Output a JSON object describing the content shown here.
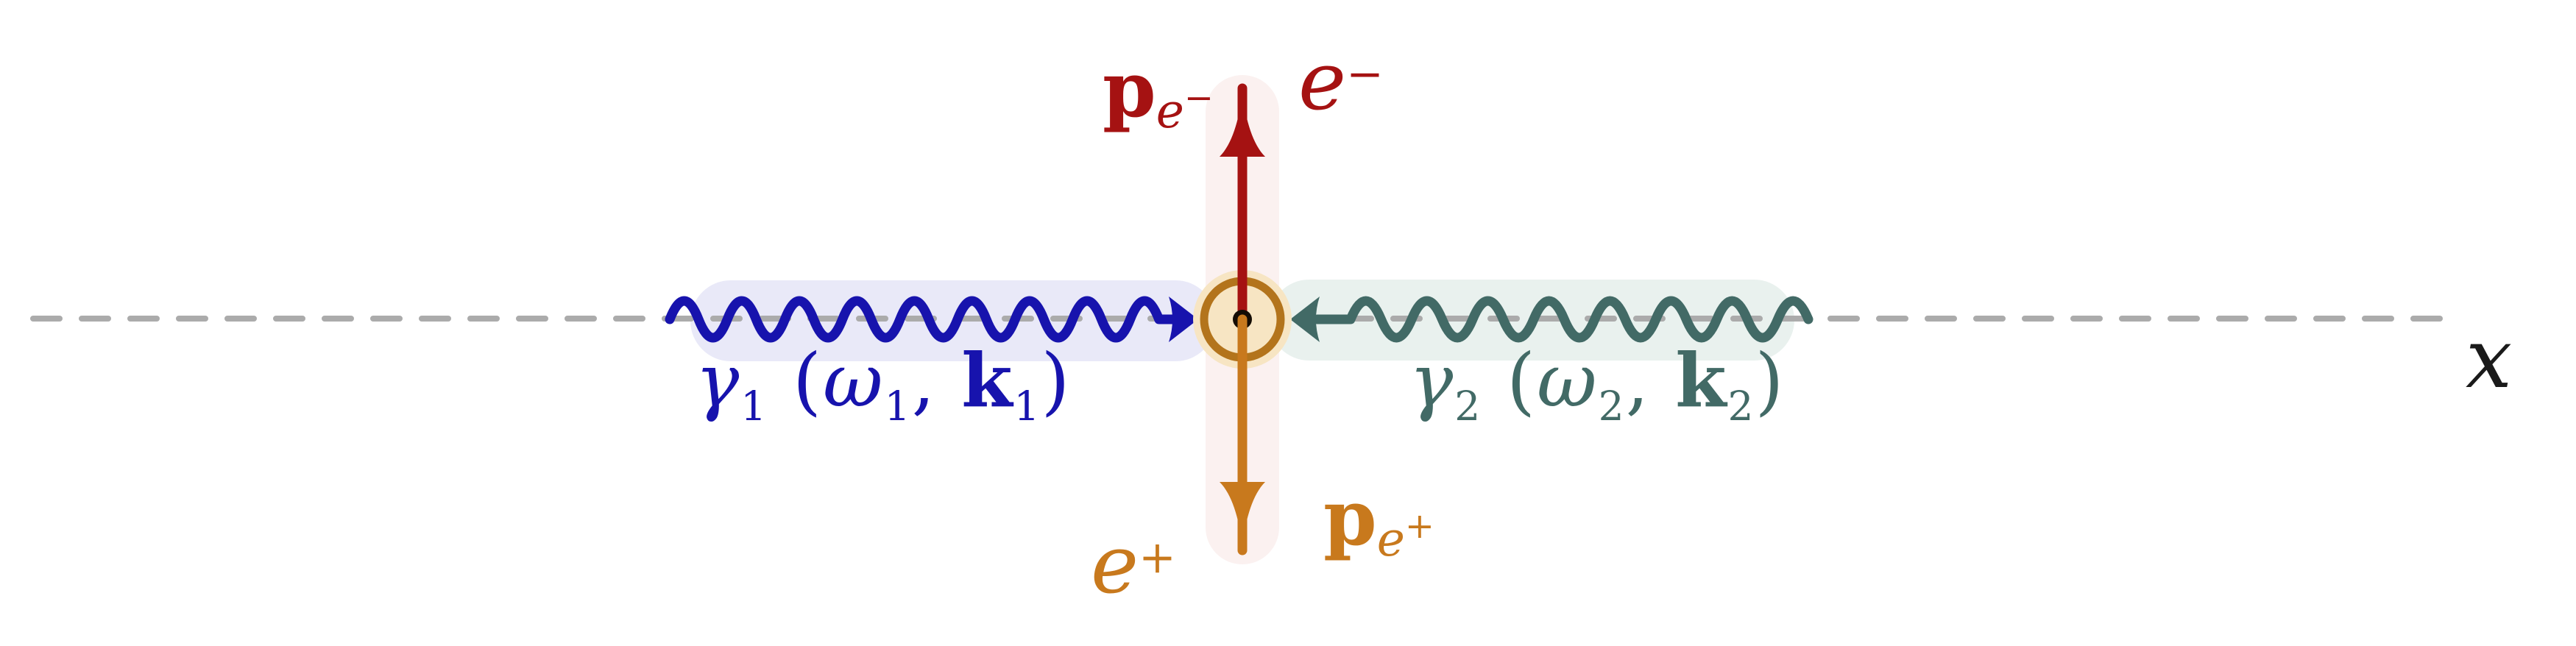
{
  "figure": {
    "type": "physics-diagram",
    "description": "Two counter-propagating photons collide head-on on the x axis and produce an electron-positron pair emitted transversely"
  },
  "colors": {
    "background": "#ffffff",
    "axis_dash": "#ababab",
    "axis_label": "#1a1a1a",
    "photon1": "#1713ad",
    "photon1_band": "#e9e9f8",
    "photon2": "#426a66",
    "photon2_band": "#e9f1ee",
    "electron": "#a51212",
    "positron": "#c8791d",
    "pair_band": "#fbf1f0",
    "vertex_glow": "#f7e5c3",
    "vertex_ring": "#b3741c",
    "vertex_dot": "#140c04"
  },
  "labels": {
    "photon1": {
      "text": "γ1 (ω1, k1)",
      "parts": [
        {
          "text": "γ",
          "style": "it"
        },
        {
          "text": "1",
          "style": "sub"
        },
        {
          "text": " (",
          "style": "up"
        },
        {
          "text": "ω",
          "style": "it"
        },
        {
          "text": "1",
          "style": "sub"
        },
        {
          "text": ", ",
          "style": "up"
        },
        {
          "text": "k",
          "style": "bold"
        },
        {
          "text": "1",
          "style": "sub"
        },
        {
          "text": ")",
          "style": "up"
        }
      ]
    },
    "photon2": {
      "text": "γ2 (ω2, k2)",
      "parts": [
        {
          "text": "γ",
          "style": "it"
        },
        {
          "text": "2",
          "style": "sub"
        },
        {
          "text": " (",
          "style": "up"
        },
        {
          "text": "ω",
          "style": "it"
        },
        {
          "text": "2",
          "style": "sub"
        },
        {
          "text": ", ",
          "style": "up"
        },
        {
          "text": "k",
          "style": "bold"
        },
        {
          "text": "2",
          "style": "sub"
        },
        {
          "text": ")",
          "style": "up"
        }
      ]
    },
    "electron": {
      "text": "e−",
      "parts": [
        {
          "text": "e",
          "style": "it"
        },
        {
          "text": "−",
          "style": "sup"
        }
      ]
    },
    "positron": {
      "text": "e+",
      "parts": [
        {
          "text": "e",
          "style": "it"
        },
        {
          "text": "+",
          "style": "sup"
        }
      ]
    },
    "electron_momentum": {
      "text": "pe−",
      "parts": [
        {
          "text": "p",
          "style": "bold"
        },
        {
          "text": "e",
          "style": "sube"
        },
        {
          "text": "−",
          "style": "ssup"
        }
      ]
    },
    "positron_momentum": {
      "text": "pe+",
      "parts": [
        {
          "text": "p",
          "style": "bold"
        },
        {
          "text": "e",
          "style": "sube"
        },
        {
          "text": "+",
          "style": "ssup"
        }
      ]
    },
    "axis": "x"
  }
}
